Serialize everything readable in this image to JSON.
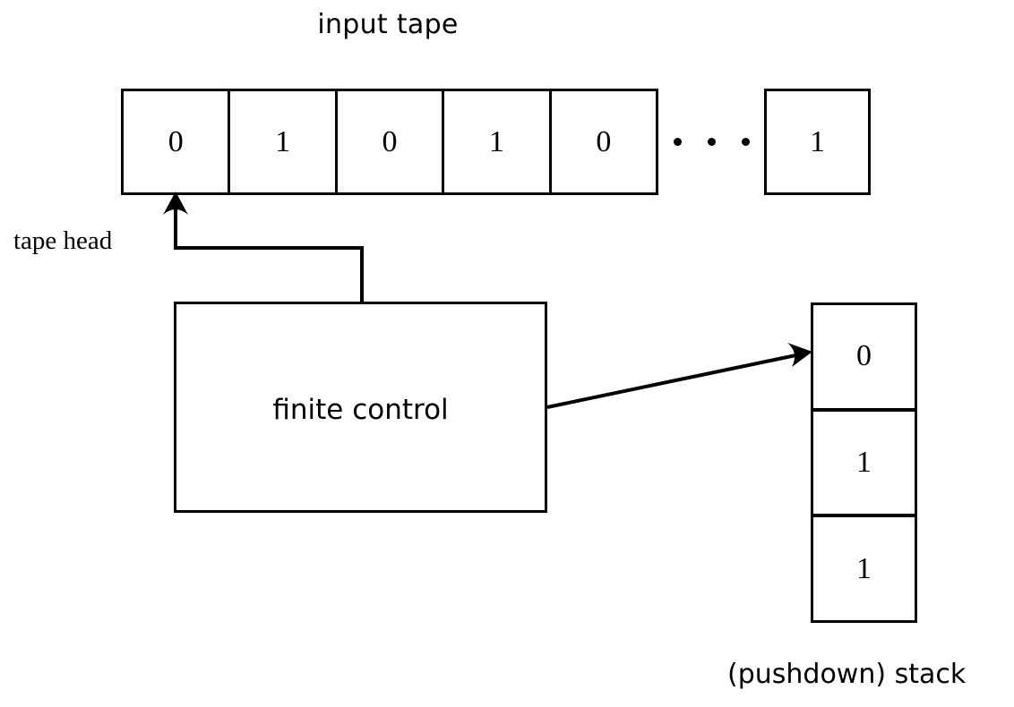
{
  "diagram": {
    "title": "pushdown automaton schematic",
    "background_color": "#ffffff",
    "stroke_color": "#000000"
  },
  "labels": {
    "input_tape": "input tape",
    "tape_head": "tape head",
    "finite_control": "finite control",
    "stack": "(pushdown) stack"
  },
  "tape": {
    "cells": [
      "0",
      "1",
      "0",
      "1",
      "0"
    ],
    "ellipsis": "···",
    "last_cell": "1",
    "head_position_index": 0
  },
  "stack": {
    "cells": [
      "0",
      "1",
      "1"
    ]
  },
  "connectors": {
    "tape_head_arrow": "tape-head-to-tape",
    "control_to_stack_arrow": "finite-control-to-stack"
  }
}
